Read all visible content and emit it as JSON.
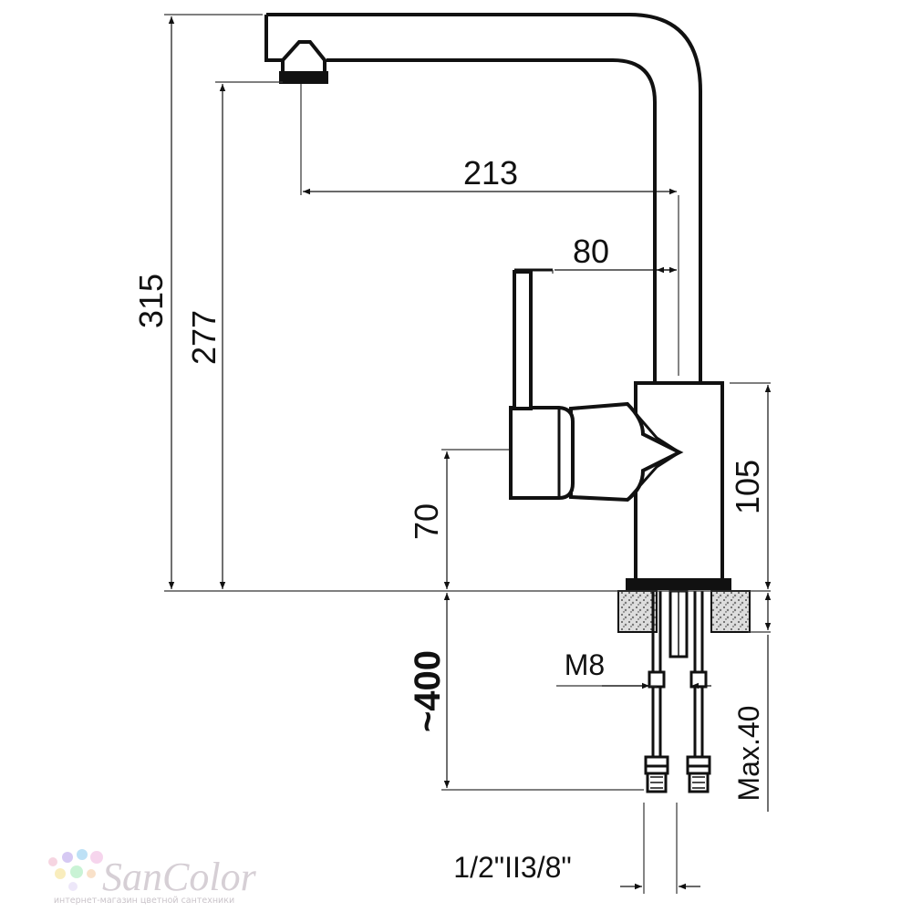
{
  "dimensions": {
    "overall_height": "315",
    "spout_height": "277",
    "spout_reach": "213",
    "handle_offset": "80",
    "body_height": "105",
    "handle_height": "70",
    "hose_length": "~400",
    "stud_thread": "M8",
    "max_counter_thickness": "Max.40",
    "connection_thread": "1/2\"II3/8\""
  },
  "watermark": {
    "brand": "SanColor",
    "tagline": "интернет-магазин цветной сантехники"
  },
  "colors": {
    "line": "#111111",
    "dim_line": "#333333",
    "watermark": "#c9c0c8"
  }
}
